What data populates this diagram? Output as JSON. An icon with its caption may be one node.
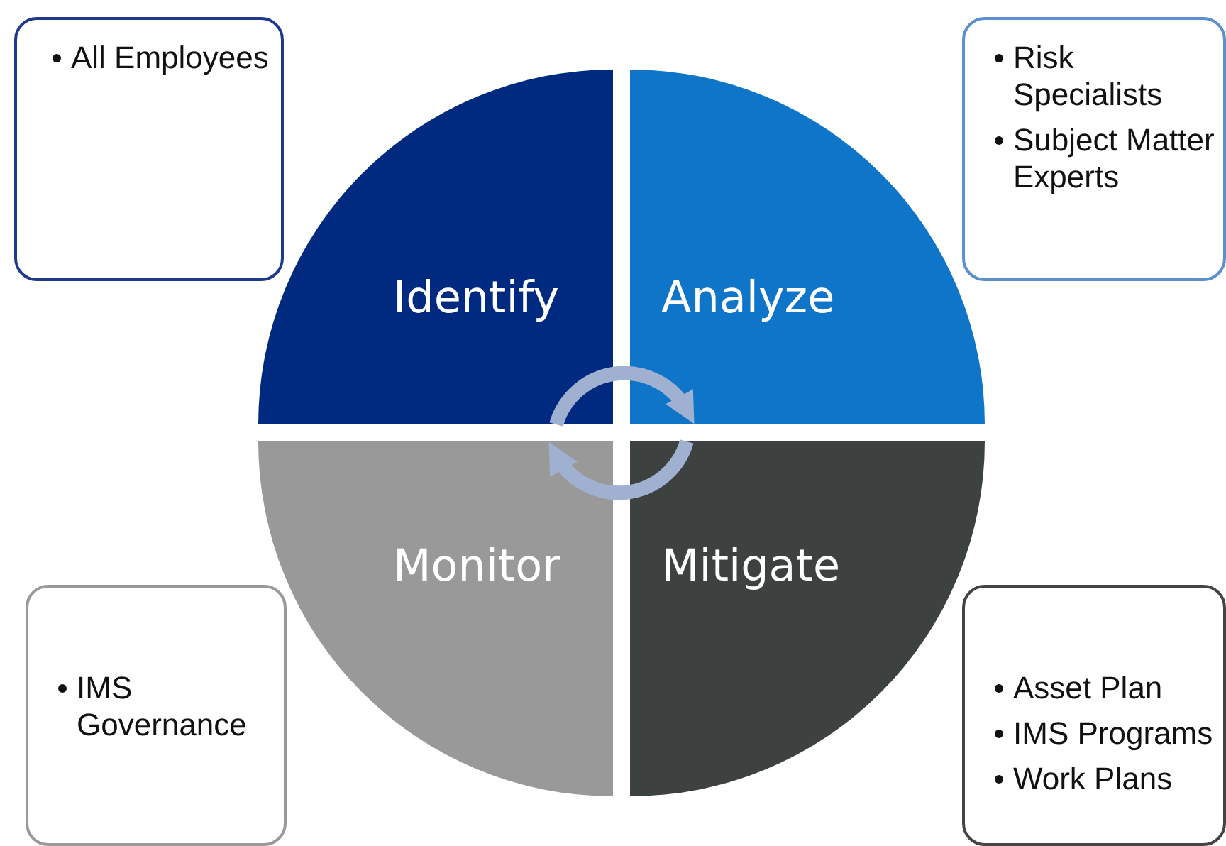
{
  "diagram": {
    "nodes": [
      {
        "text": [
          "All Employees"
        ]
      },
      {
        "text": [
          "Risk Specialists",
          "Subject Matter Experts"
        ]
      },
      {
        "text": [
          "Identify"
        ]
      },
      {
        "text": [
          "Analyze"
        ]
      },
      {
        "text": [
          "Monitor"
        ]
      },
      {
        "text": [
          "Mitigate"
        ]
      },
      {
        "text": [
          "IMS Governance"
        ]
      },
      {
        "text": [
          "Asset Plan",
          "IMS Programs",
          "Work Plans"
        ]
      }
    ],
    "edges": [
      {
        "from": 2,
        "to": 3,
        "arrow": "to"
      },
      {
        "from": 5,
        "to": 4,
        "arrow": "to"
      }
    ]
  }
}
